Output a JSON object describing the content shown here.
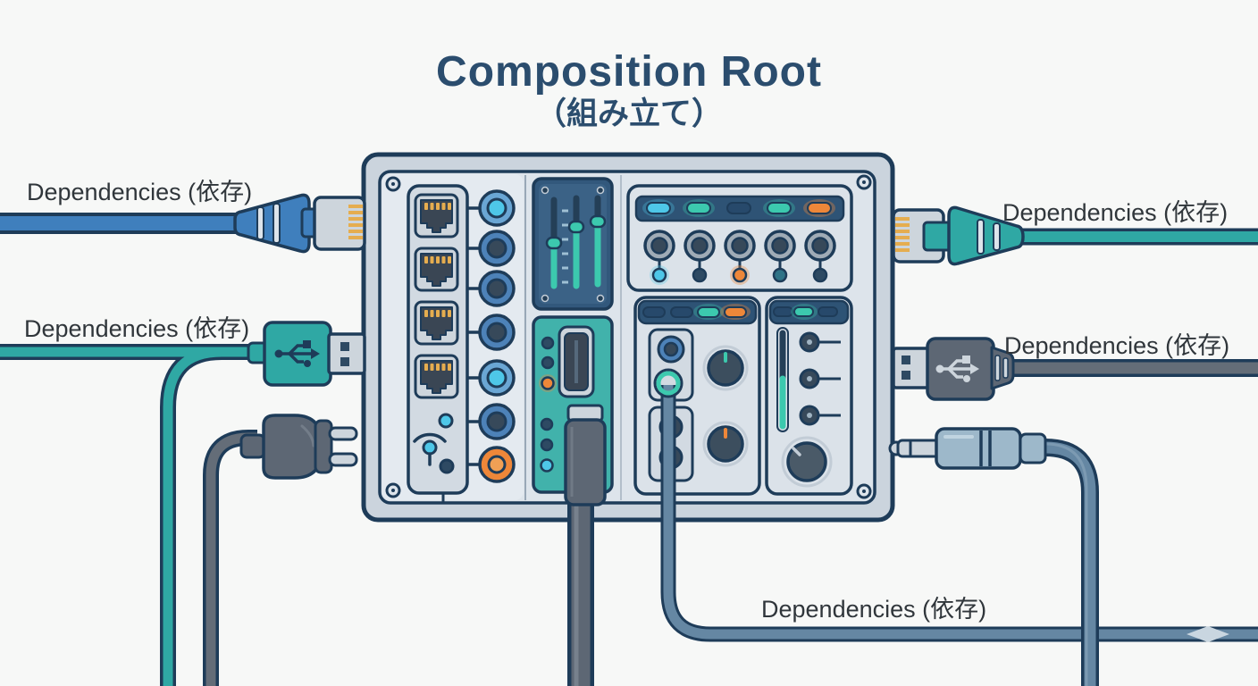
{
  "title": {
    "main": "Composition Root",
    "sub": "（組み立て）"
  },
  "labels": {
    "top_left": "Dependencies (依存)",
    "mid_left": "Dependencies (依存)",
    "top_right": "Dependencies (依存)",
    "mid_right": "Dependencies (依存)",
    "bottom": "Dependencies (依存)"
  },
  "device": {
    "left_panel": {
      "ethernet_ports": 4,
      "indicator_leds": [
        "cyan",
        "navy"
      ],
      "icon": "wifi-signal"
    },
    "jack_column_colors": [
      "cyan",
      "navy",
      "navy",
      "navy",
      "cyan",
      "navy",
      "orange"
    ],
    "slider_bank": {
      "slider_count": 3
    },
    "video_panel": {
      "port": "hdmi",
      "led_colors": [
        "navy",
        "navy",
        "orange",
        "navy",
        "navy",
        "cyan"
      ]
    },
    "knob_bank": {
      "pill_colors": [
        "cyan",
        "teal",
        "off",
        "teal",
        "orange"
      ],
      "knob_count": 5,
      "led_colors": [
        "cyan",
        "navy",
        "orange",
        "teal",
        "navy"
      ]
    },
    "patch_panel": {
      "pill_colors": [
        "off",
        "off",
        "teal",
        "orange"
      ],
      "jack_count": 4,
      "knob_count": 2
    },
    "mixer_panel": {
      "pill_colors": [
        "off",
        "teal",
        "off"
      ],
      "slider_count": 1,
      "jack_count": 3,
      "knob_count": 1
    }
  },
  "cables": [
    {
      "name": "ethernet-cable-blue",
      "side": "left",
      "connector": "rj45-plug",
      "label": "top_left"
    },
    {
      "name": "usb-cable-teal",
      "side": "left",
      "connector": "usb-a-plug",
      "label": "mid_left"
    },
    {
      "name": "power-cable-gray",
      "side": "left",
      "connector": "two-prong-power-plug",
      "label": null
    },
    {
      "name": "ethernet-cable-teal",
      "side": "right",
      "connector": "rj45-plug",
      "label": "top_right"
    },
    {
      "name": "usb-cable-gray",
      "side": "right",
      "connector": "usb-a-plug",
      "label": "mid_right"
    },
    {
      "name": "audio-cable-slate",
      "side": "right",
      "connector": "audio-jack-plug",
      "label": null
    },
    {
      "name": "hdmi-cable-dark",
      "side": "bottom",
      "connector": "hdmi-plug",
      "label": null
    },
    {
      "name": "patch-cable-slate",
      "side": "bottom-right",
      "connector": "panel-jack",
      "label": "bottom"
    }
  ],
  "colors": {
    "bg": "#f7f8f7",
    "ink": "#30363b",
    "title_color": "#2b4d6e",
    "navy": "#1e3c59",
    "shell": "#cbd4dd",
    "face": "#dde4eb",
    "face2": "#e4eaf0",
    "panel": "#d2dae2",
    "panel2": "#dbe2e9",
    "strip": "#2e5375",
    "slider_panel": "#32587c",
    "slider_panel2": "#3b6286",
    "teal_panel": "#41b2ab",
    "cyan": "#4ec7e8",
    "teal": "#3cc9ae",
    "orange": "#ee8739",
    "orange_light": "#f0a055",
    "jack_blue": "#4d82b8",
    "jack_light": "#6aa6d4",
    "jack_dark": "#37495a",
    "dark_dot": "#2e4a63",
    "teal_dark": "#2f7387",
    "knob_gray": "#9fabb6",
    "knob_dark": "#3c4e5e",
    "big_knob": "#4a5a68",
    "metal": "#cdd5dc",
    "pins": "#e5ad4f",
    "port_dark": "#3a4654",
    "off_pill": "#27496b",
    "cable_blue": "#3f7fbd",
    "cable_teal": "#2fa8a4",
    "cable_gray": "#646d78",
    "cable_gray_dark": "#5d6774",
    "cable_slate": "#6587a3",
    "slate_light": "#8fa9c0",
    "audio_body": "#9db8ca",
    "audio_sheen": "#cfe0ea",
    "track_dark": "#243f57",
    "ring_light": "#c2ccd6",
    "tick": "#9fc0d4",
    "sheen": "#7e8893",
    "highlight": "#c9d6e0",
    "jack_pin": "#9fb3c2"
  }
}
